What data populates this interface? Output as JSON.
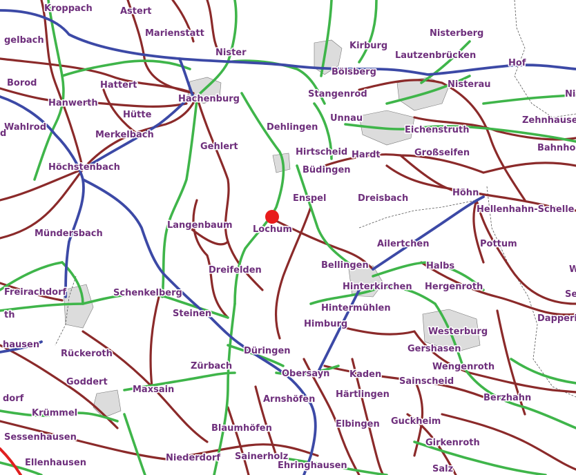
{
  "colors": {
    "background": "#ffffff",
    "label": "#6e2f7c",
    "road_primary": "#3c49a6",
    "road_secondary": "#3fb54a",
    "road_local": "#8b2a2a",
    "road_federal": "#e02020",
    "marker": "#e81c1c",
    "settlement": "#dcdcdc"
  },
  "marker": {
    "label": "Lochum",
    "icon": "location-dot-icon"
  },
  "places": [
    "Kroppach",
    "Astert",
    "Marienstatt",
    "gelbach",
    "Nister",
    "Kirburg",
    "Nisterberg",
    "Lautzenbrücken",
    "Hof",
    "Bölsberg",
    "Borod",
    "Hattert",
    "Hachenburg",
    "Stangenrod",
    "Nisterau",
    "Ni",
    "Hanwerth",
    "Hütte",
    "Unnau",
    "Dehlingen",
    "Zehnhause",
    "Wahlrod",
    "d",
    "Merkelbach",
    "Eichenstruth",
    "Gehlert",
    "Hirtscheid",
    "Hardt",
    "Großseifen",
    "Bahnho",
    "Höchstenbach",
    "Büdingen",
    "Enspel",
    "Dreisbach",
    "Höhn",
    "Hellenhahn-Schelle",
    "Mündersbach",
    "Langenbaum",
    "Lochum",
    "Ailertchen",
    "Pottum",
    "Dreifelden",
    "Bellingen",
    "Halbs",
    "W",
    "Freirachdorf",
    "Schenkelberg",
    "Hinterkirchen",
    "Hergenroth",
    "Se",
    "Hintermühlen",
    "th",
    "Steinen",
    "Himburg",
    "Dapperi",
    "Westerburg",
    "hausen",
    "Rückeroth",
    "Düringen",
    "Gershasen",
    "Zürbach",
    "Wengenroth",
    "Obersayn",
    "Kaden",
    "Goddert",
    "Sainscheid",
    "Maxsain",
    "Härtlingen",
    "Berzhahn",
    "dorf",
    "Arnshöfen",
    "Krümmel",
    "Elbingen",
    "Guckheim",
    "Blaumhöfen",
    "Sessenhausen",
    "Girkenroth",
    "Ellenhausen",
    "Niederdorf",
    "Sainerholz",
    "Ehringhausen",
    "Salz"
  ]
}
